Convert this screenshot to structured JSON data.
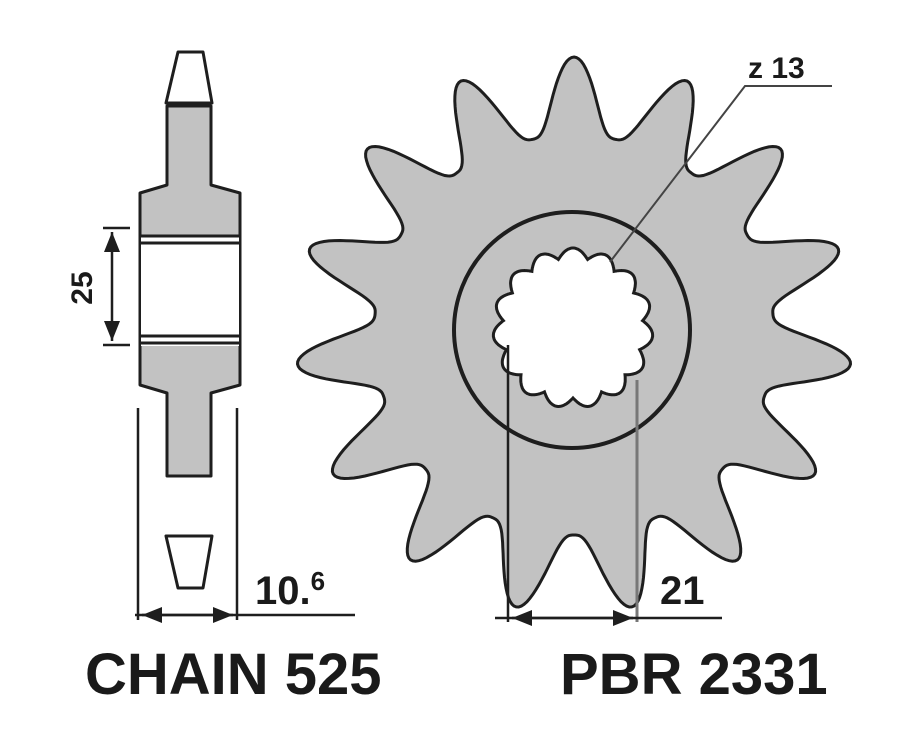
{
  "diagram": {
    "teeth_label": "z 13",
    "hub_dimension": "25",
    "width_dimension_main": "10.",
    "width_dimension_sup": "6",
    "bore_dimension": "21",
    "chain_label": "CHAIN 525",
    "part_number": "PBR 2331"
  },
  "colors": {
    "fill": "#c2c2c2",
    "outline": "#1e1e1e",
    "background": "#ffffff"
  }
}
